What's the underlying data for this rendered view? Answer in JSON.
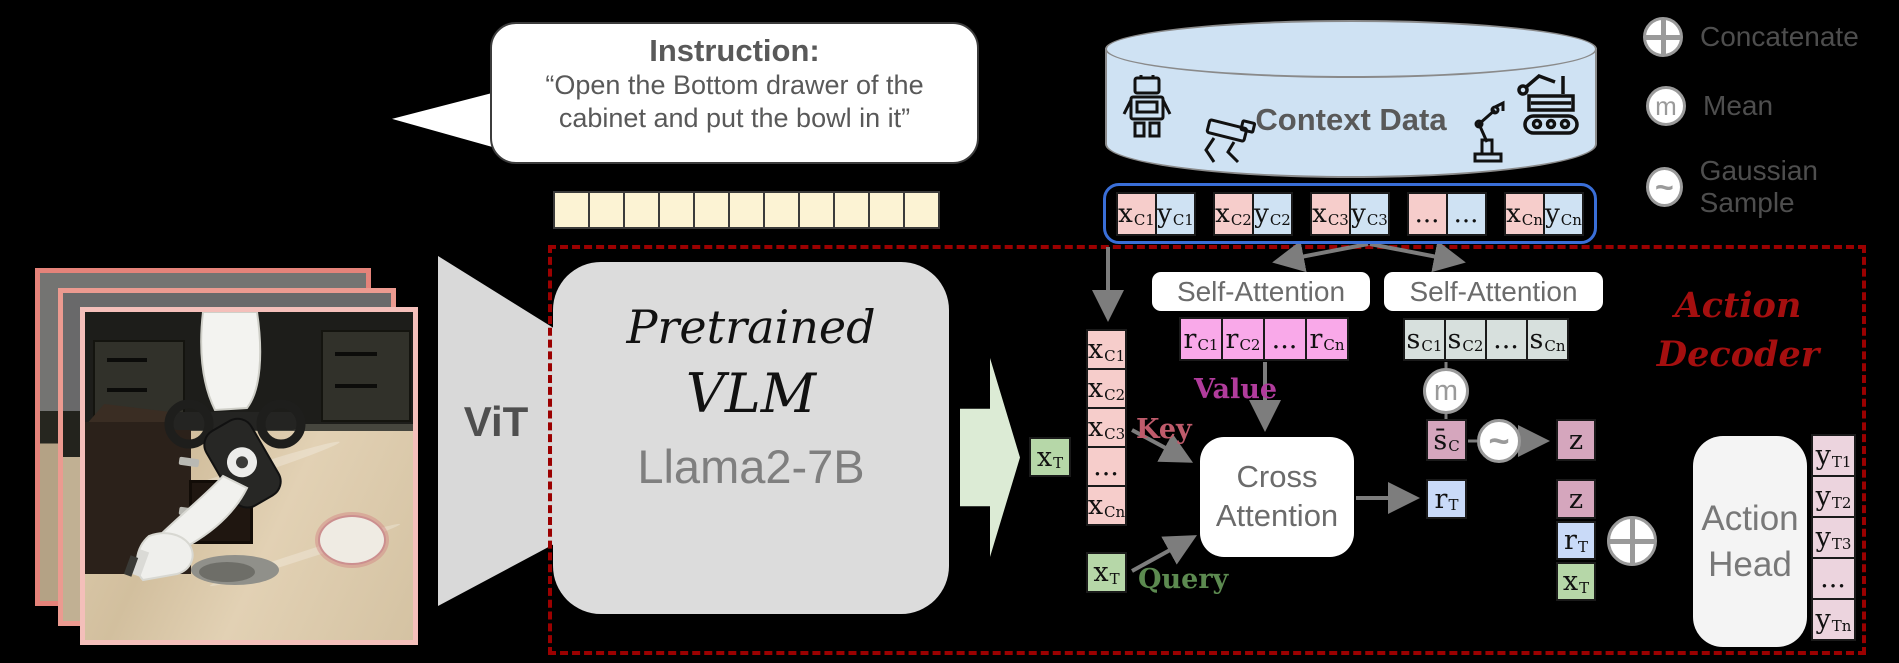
{
  "speech": {
    "title": "Instruction:",
    "line1": "“Open the Bottom drawer of the",
    "line2": "cabinet and put the bowl in it”"
  },
  "instruction_tokens": [
    "",
    "",
    "",
    "",
    "",
    "",
    "",
    "",
    "",
    "",
    ""
  ],
  "vit_label": "ViT",
  "vlm": {
    "line1": "Pretrained",
    "line2": "VLM",
    "line3": "Llama2-7B"
  },
  "context_store": {
    "label": "Context Data",
    "icons": [
      "humanoid-robot",
      "quadruped-robot",
      "robot-arm",
      "tracked-robot"
    ]
  },
  "context_pairs": [
    {
      "x": "x",
      "xsub": "C1",
      "y": "y",
      "ysub": "C1"
    },
    {
      "x": "x",
      "xsub": "C2",
      "y": "y",
      "ysub": "C2"
    },
    {
      "x": "x",
      "xsub": "C3",
      "y": "y",
      "ysub": "C3"
    },
    {
      "x": "...",
      "xsub": "",
      "y": "...",
      "ysub": ""
    },
    {
      "x": "x",
      "xsub": "Cn",
      "y": "y",
      "ysub": "Cn"
    }
  ],
  "self_attention_label": "Self-Attention",
  "x_column": [
    {
      "t": "x",
      "sub": "C1"
    },
    {
      "t": "x",
      "sub": "C2"
    },
    {
      "t": "x",
      "sub": "C3"
    },
    {
      "t": "...",
      "sub": ""
    },
    {
      "t": "x",
      "sub": "Cn"
    }
  ],
  "r_row": [
    {
      "t": "r",
      "sub": "C1"
    },
    {
      "t": "r",
      "sub": "C2"
    },
    {
      "t": "...",
      "sub": ""
    },
    {
      "t": "r",
      "sub": "Cn"
    }
  ],
  "s_row": [
    {
      "t": "s",
      "sub": "C1"
    },
    {
      "t": "s",
      "sub": "C2"
    },
    {
      "t": "...",
      "sub": ""
    },
    {
      "t": "s",
      "sub": "Cn"
    }
  ],
  "labels": {
    "key": "Key",
    "value": "Value",
    "query": "Query"
  },
  "tokens": {
    "xT": {
      "t": "x",
      "sub": "T"
    },
    "rT": {
      "t": "r",
      "sub": "T"
    },
    "sbar": {
      "t": "s̄",
      "sub": "C"
    },
    "z": {
      "t": "z",
      "sub": ""
    }
  },
  "cross_attention": {
    "line1": "Cross",
    "line2": "Attention"
  },
  "action_head": {
    "line1": "Action",
    "line2": "Head"
  },
  "action_decoder": {
    "line1": "Action",
    "line2": "Decoder"
  },
  "y_column": [
    {
      "t": "y",
      "sub": "T1"
    },
    {
      "t": "y",
      "sub": "T2"
    },
    {
      "t": "y",
      "sub": "T3"
    },
    {
      "t": "...",
      "sub": ""
    },
    {
      "t": "y",
      "sub": "Tn"
    }
  ],
  "ops": {
    "concatenate": {
      "symbol": "⊕",
      "label": "Concatenate"
    },
    "mean": {
      "symbol": "m",
      "label": "Mean"
    },
    "gaussian": {
      "symbol": "~",
      "label": "Gaussian Sample"
    }
  },
  "colors": {
    "action_decoder_red": "#9B0000",
    "container_blue": "#3A6FD8",
    "token_pink": "#F6CDCB",
    "token_blue": "#CFE2F3",
    "token_magenta": "#F9A9E9",
    "token_sage": "#D7E0DD",
    "token_mauve": "#D5A6BD",
    "token_lightblue": "#C9DAF8",
    "token_green": "#B6D7A8",
    "token_palepink": "#ECD4DE",
    "token_cream": "#FCF3D4",
    "cylinder_blue": "#CFE2F3",
    "vlm_gray": "#DCDCDC",
    "green_arrow": "#DCEBD5",
    "key_color": "#BF5B6B",
    "value_color": "#B13C9C",
    "query_color": "#5C8A50"
  }
}
